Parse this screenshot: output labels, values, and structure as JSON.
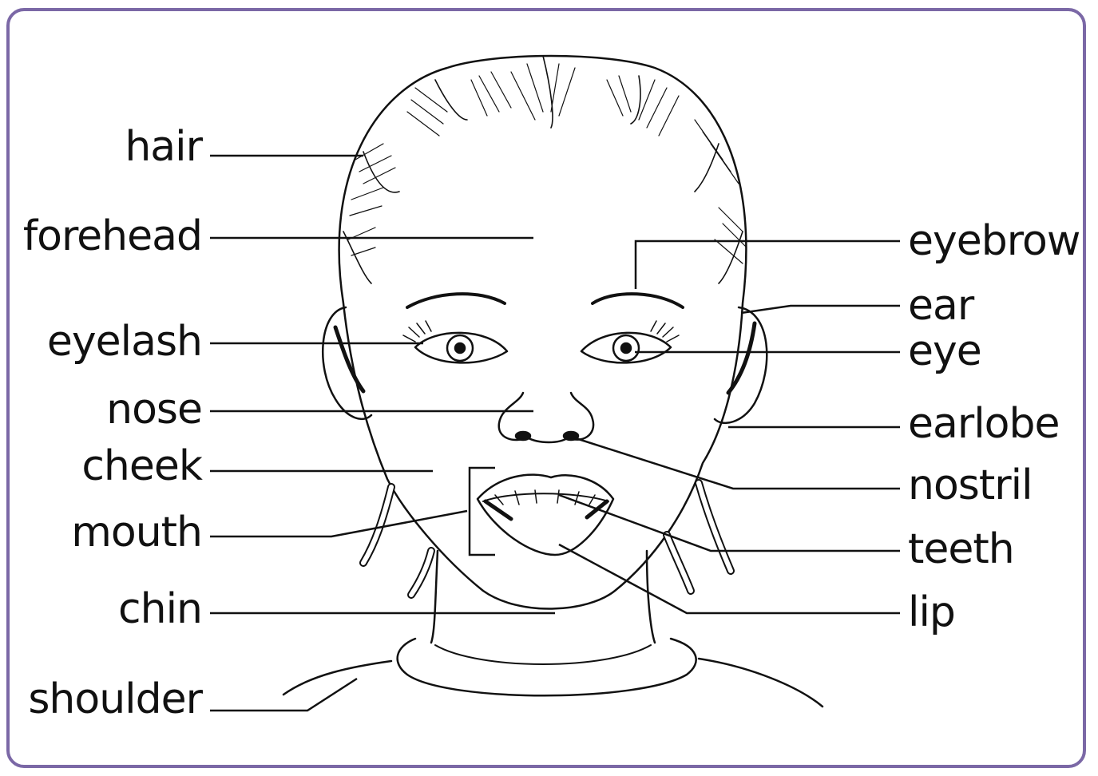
{
  "colors": {
    "frame": "#7b68a6",
    "ink": "#111111"
  },
  "labels": {
    "hair": "hair",
    "forehead": "forehead",
    "eyelash": "eyelash",
    "nose": "nose",
    "cheek": "cheek",
    "mouth": "mouth",
    "chin": "chin",
    "shoulder": "shoulder",
    "eyebrow": "eyebrow",
    "ear": "ear",
    "eye": "eye",
    "earlobe": "earlobe",
    "nostril": "nostril",
    "teeth": "teeth",
    "lip": "lip"
  }
}
